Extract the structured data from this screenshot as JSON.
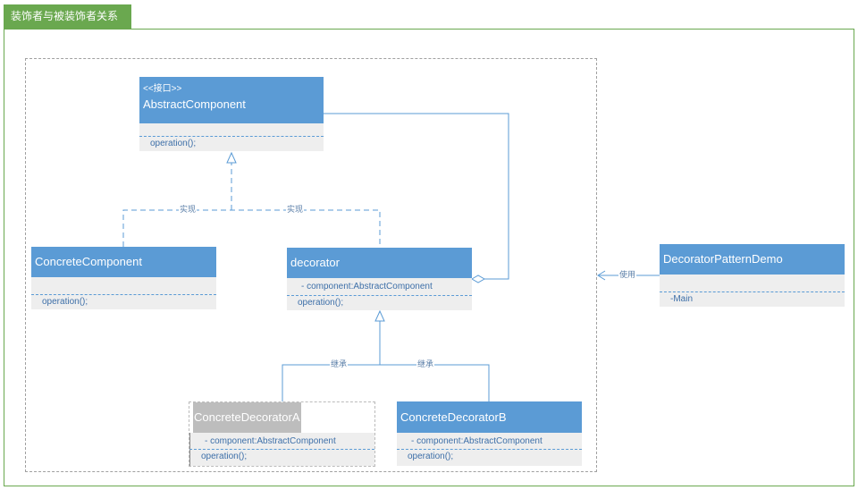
{
  "tab": {
    "title": "装饰者与被装饰者关系"
  },
  "classes": {
    "abstract_component": {
      "stereotype": "<<接口>>",
      "name": "AbstractComponent",
      "attribute": "",
      "operation": "operation();"
    },
    "concrete_component": {
      "name": "ConcreteComponent",
      "attribute": "",
      "operation": "operation();"
    },
    "decorator": {
      "name": "decorator",
      "attribute": "- component:AbstractComponent",
      "operation": "operation();"
    },
    "concrete_decorator_a": {
      "name": "ConcreteDecoratorA",
      "attribute": "- component:AbstractComponent",
      "operation": "operation();"
    },
    "concrete_decorator_b": {
      "name": "ConcreteDecoratorB",
      "attribute": "- component:AbstractComponent",
      "operation": "operation();"
    },
    "decorator_pattern_demo": {
      "name": "DecoratorPatternDemo",
      "attribute": "",
      "operation": "-Main"
    }
  },
  "edge_labels": {
    "realize_left": "实现",
    "realize_right": "实现",
    "inherit_left": "继承",
    "inherit_right": "继承",
    "uses": "使用"
  },
  "colors": {
    "header": "#5b9bd5",
    "body": "#eeeeee",
    "line": "#5b9bd5",
    "frame": "#6aa84f"
  }
}
